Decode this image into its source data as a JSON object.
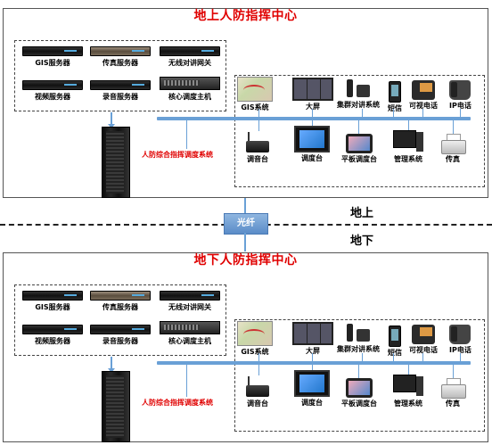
{
  "ground": {
    "title": "地上人防指挥中心",
    "servers": {
      "gis": "GIS服务器",
      "fax": "传真服务器",
      "radio_gw": "无线对讲网关",
      "video": "视频服务器",
      "record": "录音服务器",
      "core": "核心调度主机"
    },
    "system": "人防综合指挥调度系统",
    "devices": {
      "gis": "GIS系统",
      "screen": "大屏",
      "radio": "集群对讲系统",
      "sms": "短信",
      "vphone": "可视电话",
      "ipphone": "IP电话",
      "console": "调音台",
      "dispatch": "调度台",
      "tablet": "平板调度台",
      "mgmt": "管理系统",
      "fax": "传真"
    }
  },
  "underground": {
    "title": "地下人防指挥中心",
    "servers": {
      "gis": "GIS服务器",
      "fax": "传真服务器",
      "radio_gw": "无线对讲网关",
      "video": "视频服务器",
      "record": "录音服务器",
      "core": "核心调度主机"
    },
    "system": "人防综合指挥调度系统",
    "devices": {
      "gis": "GIS系统",
      "screen": "大屏",
      "radio": "集群对讲系统",
      "sms": "短信",
      "vphone": "可视电话",
      "ipphone": "IP电话",
      "console": "调音台",
      "dispatch": "调度台",
      "tablet": "平板调度台",
      "mgmt": "管理系统",
      "fax": "传真"
    }
  },
  "link": {
    "fiber": "光纤",
    "above": "地上",
    "below": "地下"
  },
  "colors": {
    "title_red": "#e00000",
    "network_blue": "#6aa0d6"
  }
}
